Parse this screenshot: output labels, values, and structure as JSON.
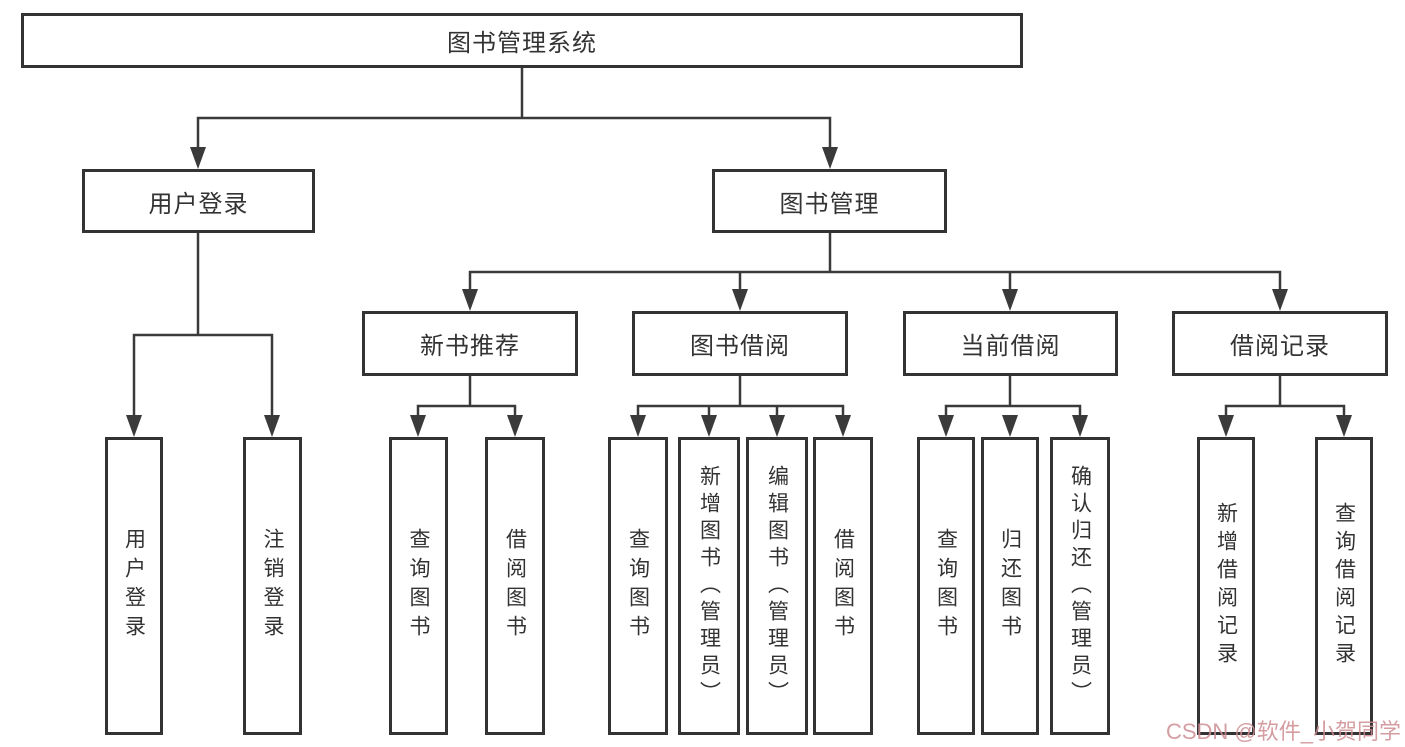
{
  "diagram": {
    "root": {
      "label": "图书管理系统",
      "children": [
        {
          "label": "用户登录",
          "children": [
            {
              "label": "用户登录"
            },
            {
              "label": "注销登录"
            }
          ]
        },
        {
          "label": "图书管理",
          "children": [
            {
              "label": "新书推荐",
              "children": [
                {
                  "label": "查询图书"
                },
                {
                  "label": "借阅图书"
                }
              ]
            },
            {
              "label": "图书借阅",
              "children": [
                {
                  "label": "查询图书"
                },
                {
                  "label": "新增图书（管理员）"
                },
                {
                  "label": "编辑图书（管理员）"
                },
                {
                  "label": "借阅图书"
                }
              ]
            },
            {
              "label": "当前借阅",
              "children": [
                {
                  "label": "查询图书"
                },
                {
                  "label": "归还图书"
                },
                {
                  "label": "确认归还（管理员）"
                }
              ]
            },
            {
              "label": "借阅记录",
              "children": [
                {
                  "label": "新增借阅记录"
                },
                {
                  "label": "查询借阅记录"
                }
              ]
            }
          ]
        }
      ]
    }
  },
  "watermark": {
    "text": "CSDN @软件_小贺同学"
  },
  "colors": {
    "line": "#3a3a3a",
    "box_border": "#333333",
    "text": "#333333",
    "watermark": "#cd8c92",
    "background": "#ffffff"
  }
}
